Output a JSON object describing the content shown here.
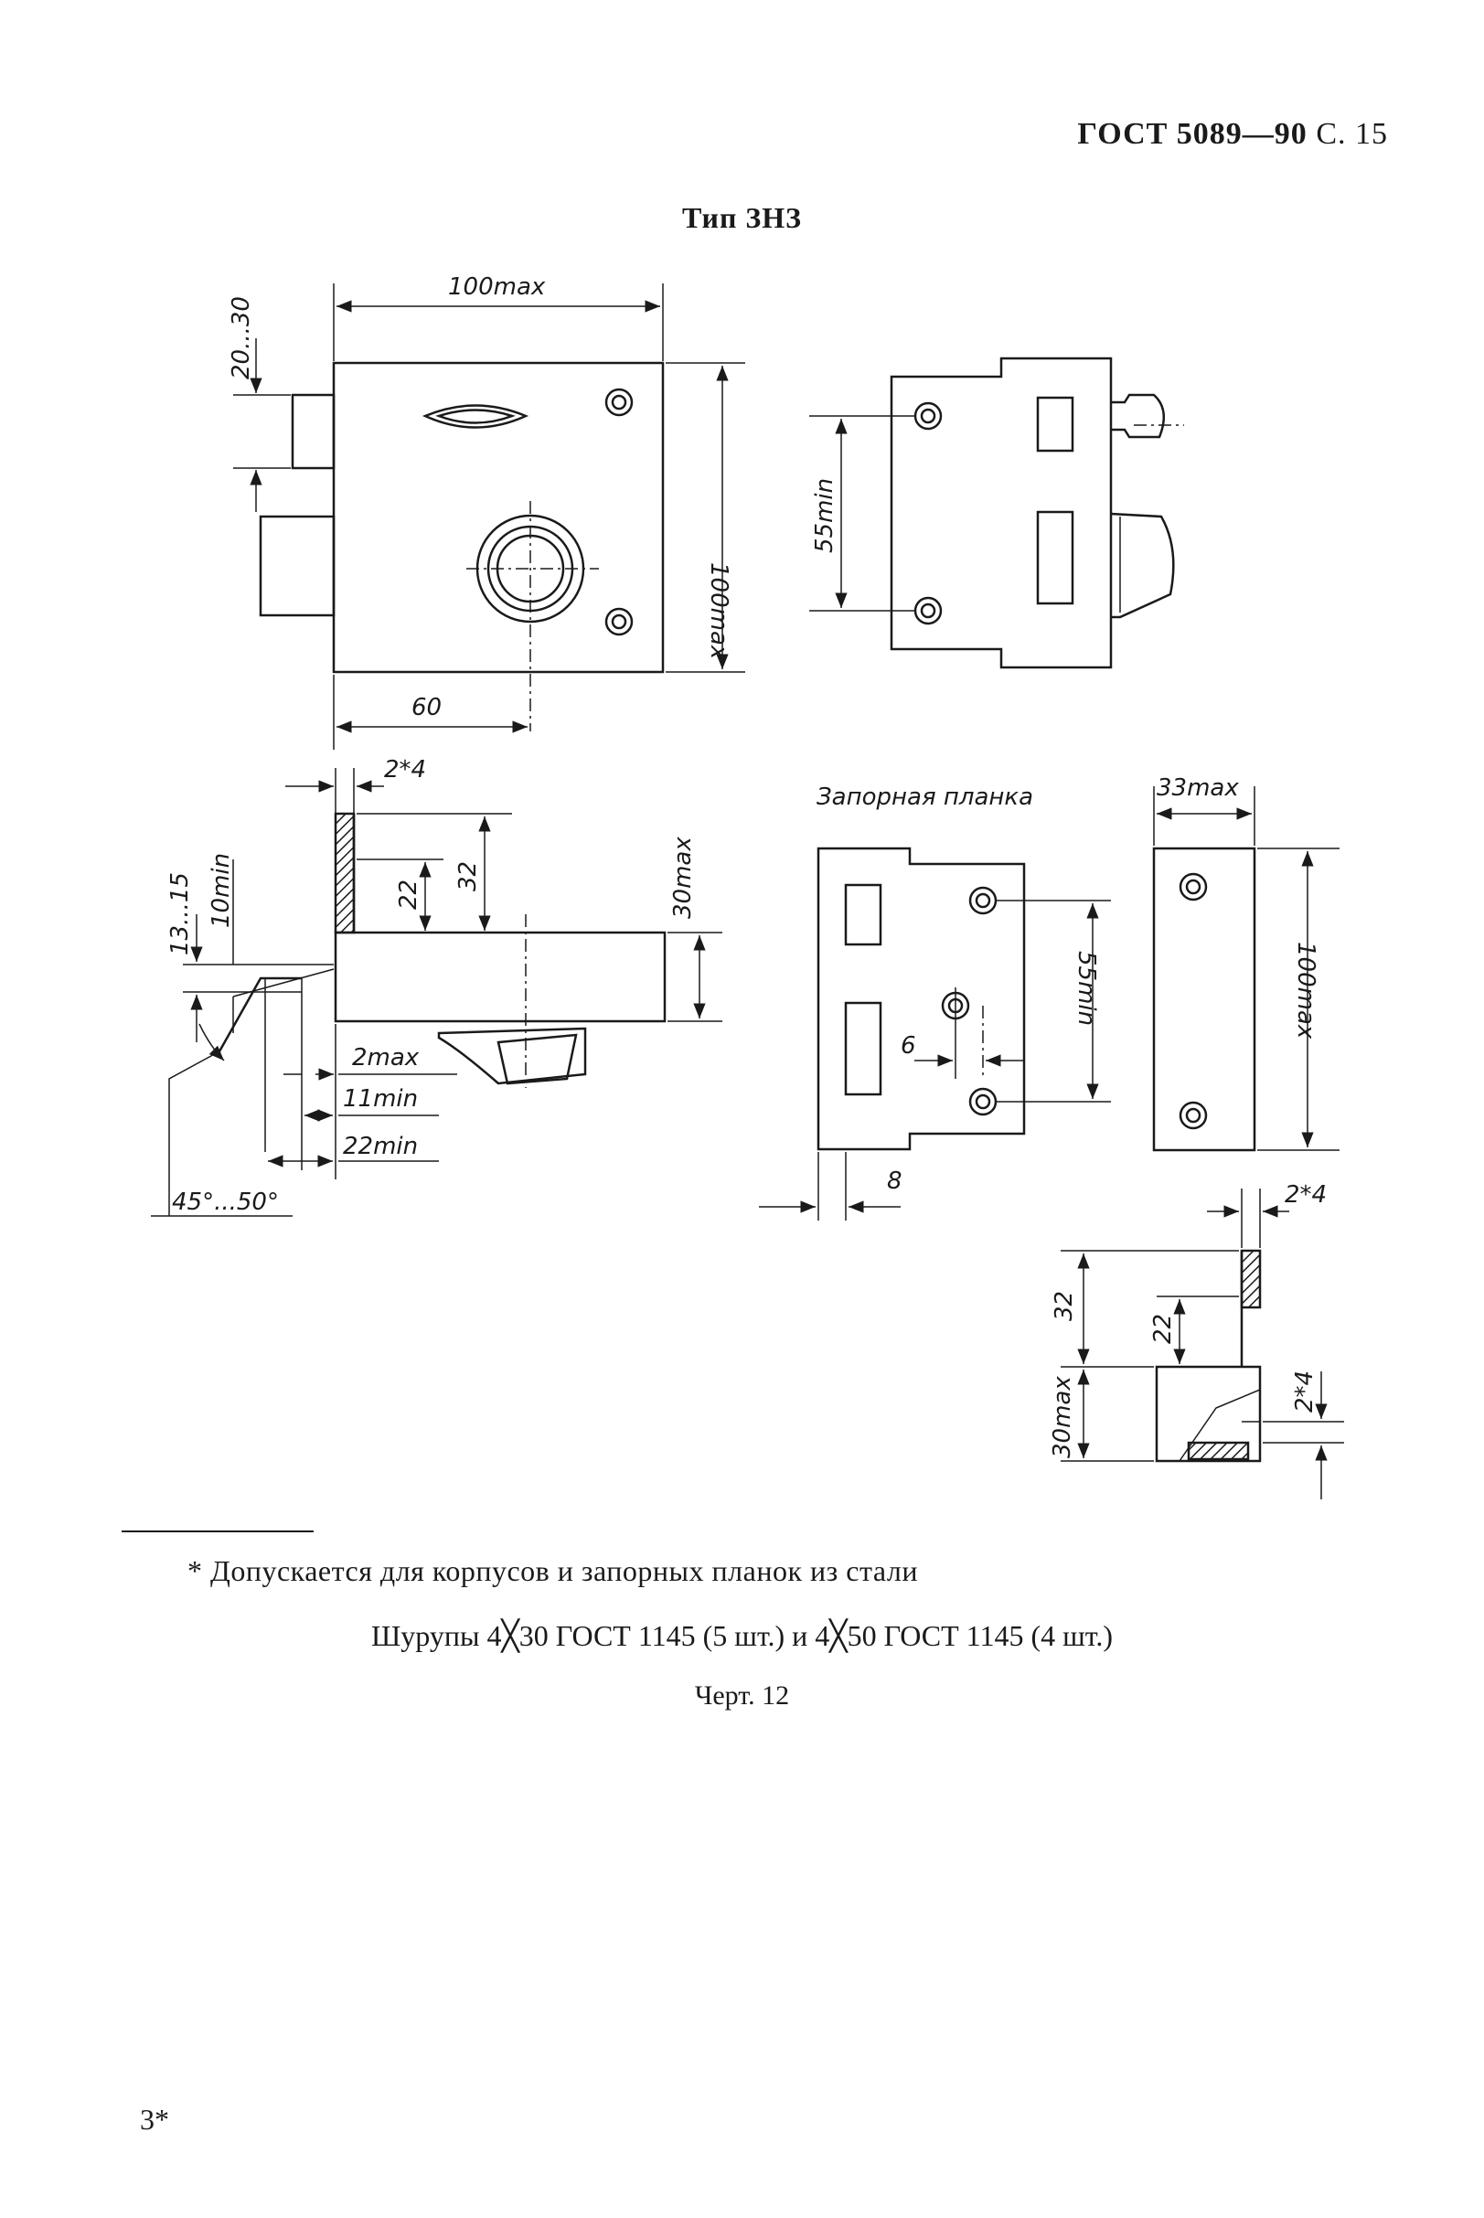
{
  "header": {
    "code": "ГОСТ 5089—90",
    "page": "С. 15"
  },
  "title": "Тип ЗНЗ",
  "drawing": {
    "labels": {
      "d100max_top": "100max",
      "d20_30": "20...30",
      "d100max_side": "100max",
      "d60": "60",
      "d55min_right": "55min",
      "d2_4_a": "2*4",
      "d32_a": "32",
      "d22_a": "22",
      "d30max_a": "30max",
      "d13_15": "13...15",
      "d10min": "10min",
      "d2max": "2max",
      "d11min": "11min",
      "d22min": "22min",
      "d45_50": "45°...50°",
      "strike_caption": "Запорная планка",
      "d33max": "33max",
      "d55min_strike": "55min",
      "d6": "6",
      "d8": "8",
      "d100max_plate": "100max",
      "d2_4_b": "2*4",
      "d32_b": "32",
      "d22_b": "22",
      "d30max_b": "30max",
      "d2_4_c": "2*4"
    }
  },
  "footnote": "* Допускается для корпусов и запорных планок из стали",
  "screws": "Шурупы 4╳30 ГОСТ 1145 (5 шт.) и 4╳50 ГОСТ 1145 (4 шт.)",
  "figure_caption": "Черт. 12",
  "page_mark": "3*"
}
